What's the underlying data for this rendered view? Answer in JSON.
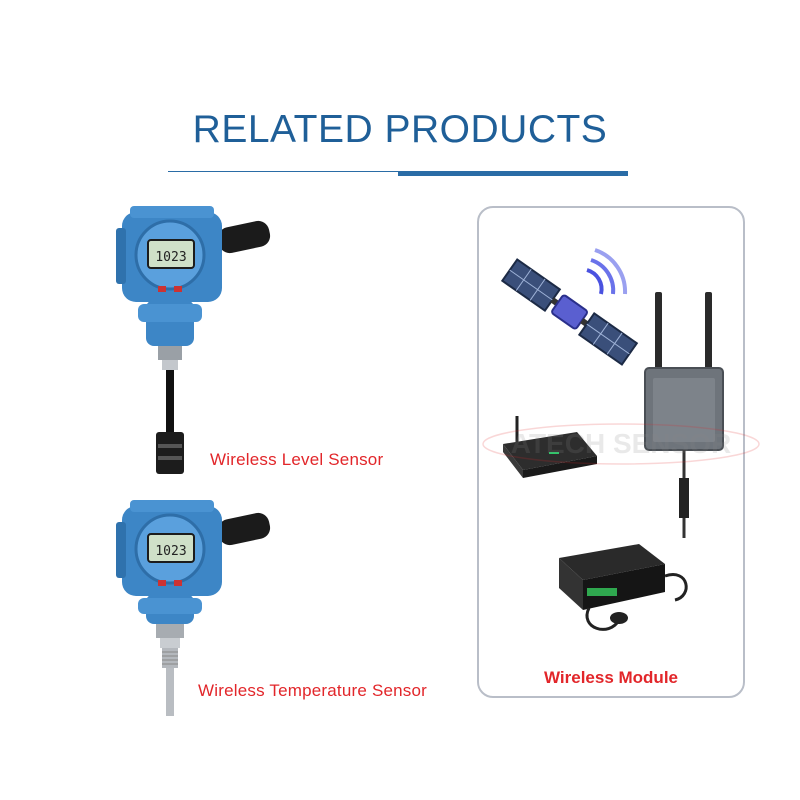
{
  "header": {
    "title": "RELATED PRODUCTS"
  },
  "products": [
    {
      "caption": "Wireless Level Sensor",
      "display_reading": "1023",
      "icon": "level-sensor-icon"
    },
    {
      "caption": "Wireless Temperature Sensor",
      "display_reading": "1023",
      "icon": "temperature-sensor-icon"
    }
  ],
  "module": {
    "caption": "Wireless Module",
    "watermark": "ATECH SENSOR",
    "icons": [
      "satellite-icon",
      "router-icon",
      "gateway-icon",
      "data-logger-icon"
    ]
  },
  "colors": {
    "title": "#1f5f98",
    "accent_red": "#e2262a",
    "sensor_blue": "#3d86c6",
    "panel_border": "#b9bec8"
  }
}
